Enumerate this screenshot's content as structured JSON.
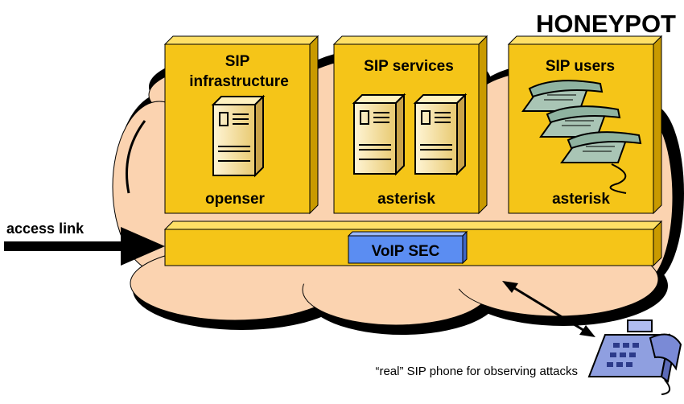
{
  "title": "HONEYPOT",
  "components": [
    {
      "heading_line1": "SIP",
      "heading_line2": "infrastructure",
      "software": "openser",
      "icon": "server-icon"
    },
    {
      "heading_line1": "SIP services",
      "heading_line2": "",
      "software": "asterisk",
      "icon": "server-icon"
    },
    {
      "heading_line1": "SIP users",
      "heading_line2": "",
      "software": "asterisk",
      "icon": "phone-icon"
    }
  ],
  "bus_label": "VoIP SEC",
  "access_link_label": "access link",
  "observer_label": "“real” SIP phone for observing attacks",
  "colors": {
    "box_fill": "#f5c518",
    "box_side": "#c99a00",
    "cloud_fill": "#fbd3b0",
    "voip_fill": "#5b8df2",
    "phone_fill": "#a9c5b5",
    "observer_phone_fill": "#8f9fe0"
  }
}
